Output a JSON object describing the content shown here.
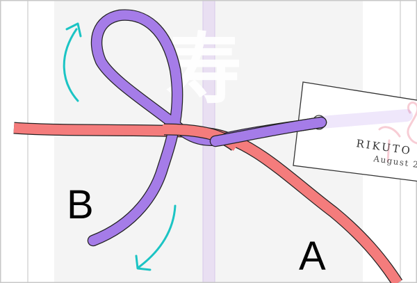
{
  "labels": {
    "a": "A",
    "b": "B"
  },
  "watermark_kanji": "寿",
  "gift_tag": {
    "name": "RIKUTO",
    "date": "August 2"
  },
  "icons": {
    "arrow_top": "curved-arrow-up-icon",
    "arrow_bottom": "curved-arrow-down-icon",
    "tag_logo": "flamingo-icon"
  },
  "colors": {
    "page_background": "#ffffff",
    "paper": "#f4f4f4",
    "ribbon_vertical": "#e9dff2",
    "cord_a": "#f47c7c",
    "cord_b": "#a57ce8",
    "arrows": "#1bc4c4",
    "outline": "#222222",
    "frame": "#c8c8c8"
  }
}
